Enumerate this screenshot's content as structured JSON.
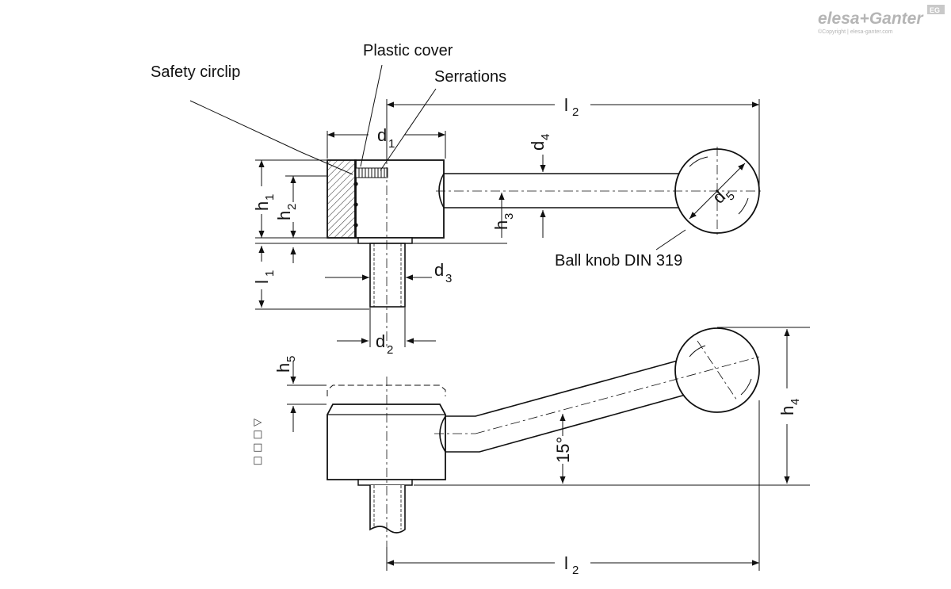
{
  "brand": {
    "logo_text": "elesa+Ganter",
    "badge": "EG",
    "copyright": "©Copyright | elesa-ganter.com"
  },
  "labels": {
    "safety_circlip": "Safety circlip",
    "plastic_cover": "Plastic cover",
    "serrations": "Serrations",
    "ball_knob": "Ball knob DIN 319",
    "angle": "15°"
  },
  "dimensions": {
    "l1": {
      "base": "l",
      "sub": "1"
    },
    "l2_top": {
      "base": "l",
      "sub": "2"
    },
    "l2_bottom": {
      "base": "l",
      "sub": "2"
    },
    "d1": {
      "base": "d",
      "sub": "1"
    },
    "d2": {
      "base": "d",
      "sub": "2"
    },
    "d3": {
      "base": "d",
      "sub": "3"
    },
    "d4": {
      "base": "d",
      "sub": "4"
    },
    "d5": {
      "base": "d",
      "sub": "5"
    },
    "h1": {
      "base": "h",
      "sub": "1"
    },
    "h2": {
      "base": "h",
      "sub": "2"
    },
    "h3": {
      "base": "h",
      "sub": "3"
    },
    "h4": {
      "base": "h",
      "sub": "4"
    },
    "h5": {
      "base": "h",
      "sub": "5"
    }
  },
  "symbols": {
    "vertical_glyphs": "△ □ □ □"
  }
}
